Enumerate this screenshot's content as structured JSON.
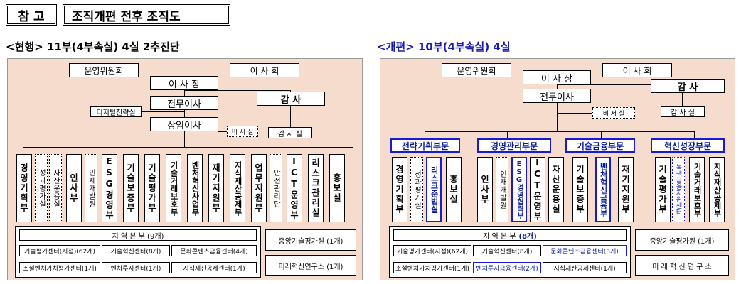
{
  "header": {
    "tag": "참 고",
    "title": "조직개편 전후 조직도"
  },
  "left": {
    "subtitle": "<현행> 11부(4부속실) 4실 2추진단",
    "committee": "운영위원회",
    "board": "이 사 회",
    "chairman": "이 사 장",
    "vp": "전무이사",
    "digital": "디지털전략실",
    "auditor": "감   사",
    "senior": "상임이사",
    "secretary": "비 서 실",
    "audit_office": "감 사 실",
    "units": [
      "경영기획부",
      "성과평가실",
      "자산운용실",
      "인사부",
      "인재개발원",
      "ESG경영부",
      "기술보증부",
      "기술평가부",
      "기술거래보호부",
      "벤처혁신사업부",
      "재기지원부",
      "지식재산공제부",
      "업무지원부",
      "안전관리단",
      "ICT운영부",
      "리스크관리실",
      "홍보실"
    ],
    "regional": "지 역 본 부 (9개)",
    "centers": [
      "기술평가센터(지점)(62개)",
      "기술혁신센터(8개)",
      "문화콘텐츠금융센터(4개)",
      "소셜벤처가치평가센터(1개)",
      "벤처투자센터(1개)",
      "지식재산공제센터(1개)"
    ],
    "central": "중앙기술평가원 (1개)",
    "future": "미래혁신연구소 (1개)"
  },
  "right": {
    "subtitle": "<개편> 10부(4부속실) 4실",
    "committee": "운영위원회",
    "board": "이 사 회",
    "chairman": "이 사 장",
    "vp": "전무이사",
    "auditor": "감   사",
    "secretary": "비 서 실",
    "audit_office": "감 사 실",
    "divisions": [
      "전략기획부문",
      "경영관리부문",
      "기술금융부문",
      "혁신성장부문"
    ],
    "units": [
      "경영기획부",
      "성과평가실",
      "리스크준법실",
      "홍보실",
      "인사부",
      "인재개발원",
      "ESG경영협력부",
      "ICT운영부",
      "자산운용실",
      "기술보증부",
      "벤처혁신금융부",
      "재기지원부",
      "기술평가부",
      "녹색금융지원센터",
      "기술거래보호부",
      "지식재산공제부"
    ],
    "regional": "지 역 본 부",
    "regional_count": "(8개)",
    "centers": [
      "기술평가센터(지점)(62개)",
      "기술혁신센터(8개)",
      "문화콘텐츠금융센터(3개)",
      "소셜벤처가치평가센터(1개)",
      "벤처투자금융센터(2개)",
      "지식재산공제센터(1개)"
    ],
    "central": "중앙기술평가원 (1개)",
    "future": "미 래 혁 신 연 구 소"
  },
  "colors": {
    "panel": "#f5dccc",
    "accent_blue": "#1a1ad0"
  }
}
